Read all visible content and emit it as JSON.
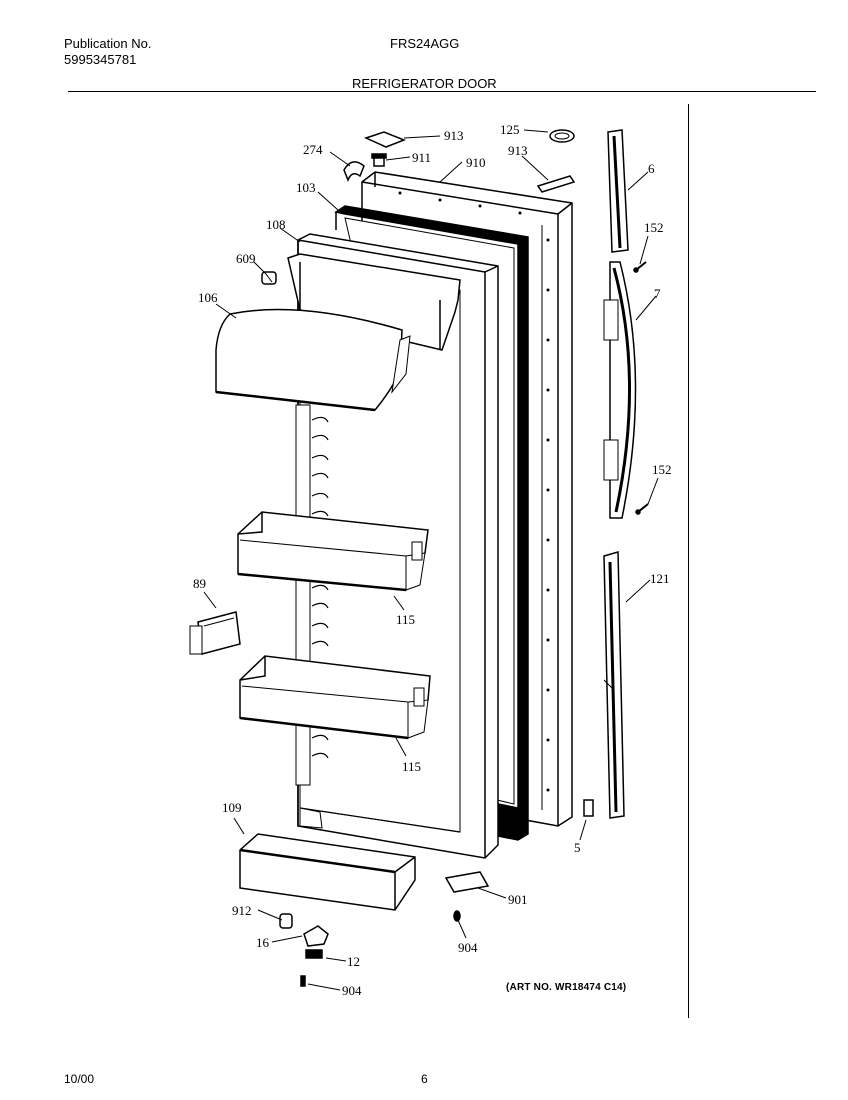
{
  "header": {
    "publication_label": "Publication No.",
    "publication_number": "5995345781",
    "model": "FRS24AGG",
    "section_title": "REFRIGERATOR DOOR"
  },
  "footer": {
    "date": "10/00",
    "page": "6"
  },
  "art_number": "(ART NO. WR18474 C14)",
  "callouts": [
    {
      "id": "c913a",
      "text": "913"
    },
    {
      "id": "c911",
      "text": "911"
    },
    {
      "id": "c274",
      "text": "274"
    },
    {
      "id": "c910",
      "text": "910"
    },
    {
      "id": "c125",
      "text": "125"
    },
    {
      "id": "c913b",
      "text": "913"
    },
    {
      "id": "c6",
      "text": "6"
    },
    {
      "id": "c103",
      "text": "103"
    },
    {
      "id": "c108",
      "text": "108"
    },
    {
      "id": "c152a",
      "text": "152"
    },
    {
      "id": "c609",
      "text": "609"
    },
    {
      "id": "c7",
      "text": "7"
    },
    {
      "id": "c106",
      "text": "106"
    },
    {
      "id": "c152b",
      "text": "152"
    },
    {
      "id": "c89",
      "text": "89"
    },
    {
      "id": "c115a",
      "text": "115"
    },
    {
      "id": "c121",
      "text": "121"
    },
    {
      "id": "c115b",
      "text": "115"
    },
    {
      "id": "c109",
      "text": "109"
    },
    {
      "id": "c5",
      "text": "5"
    },
    {
      "id": "c901",
      "text": "901"
    },
    {
      "id": "c912",
      "text": "912"
    },
    {
      "id": "c16",
      "text": "16"
    },
    {
      "id": "c904a",
      "text": "904"
    },
    {
      "id": "c12",
      "text": "12"
    },
    {
      "id": "c904b",
      "text": "904"
    }
  ]
}
